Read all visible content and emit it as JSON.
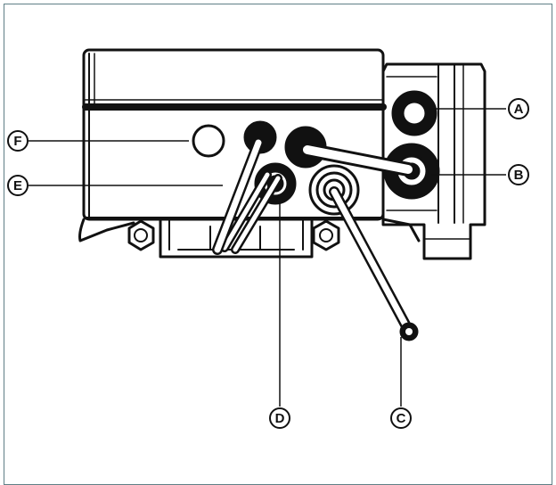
{
  "diagram": {
    "callouts": [
      {
        "id": "A",
        "label": "A"
      },
      {
        "id": "B",
        "label": "B"
      },
      {
        "id": "C",
        "label": "C"
      },
      {
        "id": "D",
        "label": "D"
      },
      {
        "id": "E",
        "label": "E"
      },
      {
        "id": "F",
        "label": "F"
      }
    ],
    "colors": {
      "line": "#111111",
      "frame": "#5f7f86",
      "background": "#ffffff"
    }
  }
}
